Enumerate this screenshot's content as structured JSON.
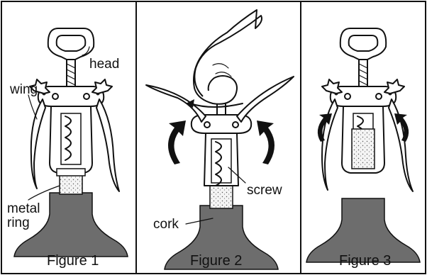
{
  "figures": [
    {
      "caption": "Figure 1"
    },
    {
      "caption": "Figure 2"
    },
    {
      "caption": "Figure 3"
    }
  ],
  "labels": {
    "head": "head",
    "wing": "wing",
    "metal": "metal",
    "ring": "ring",
    "screw": "screw",
    "cork": "cork"
  }
}
